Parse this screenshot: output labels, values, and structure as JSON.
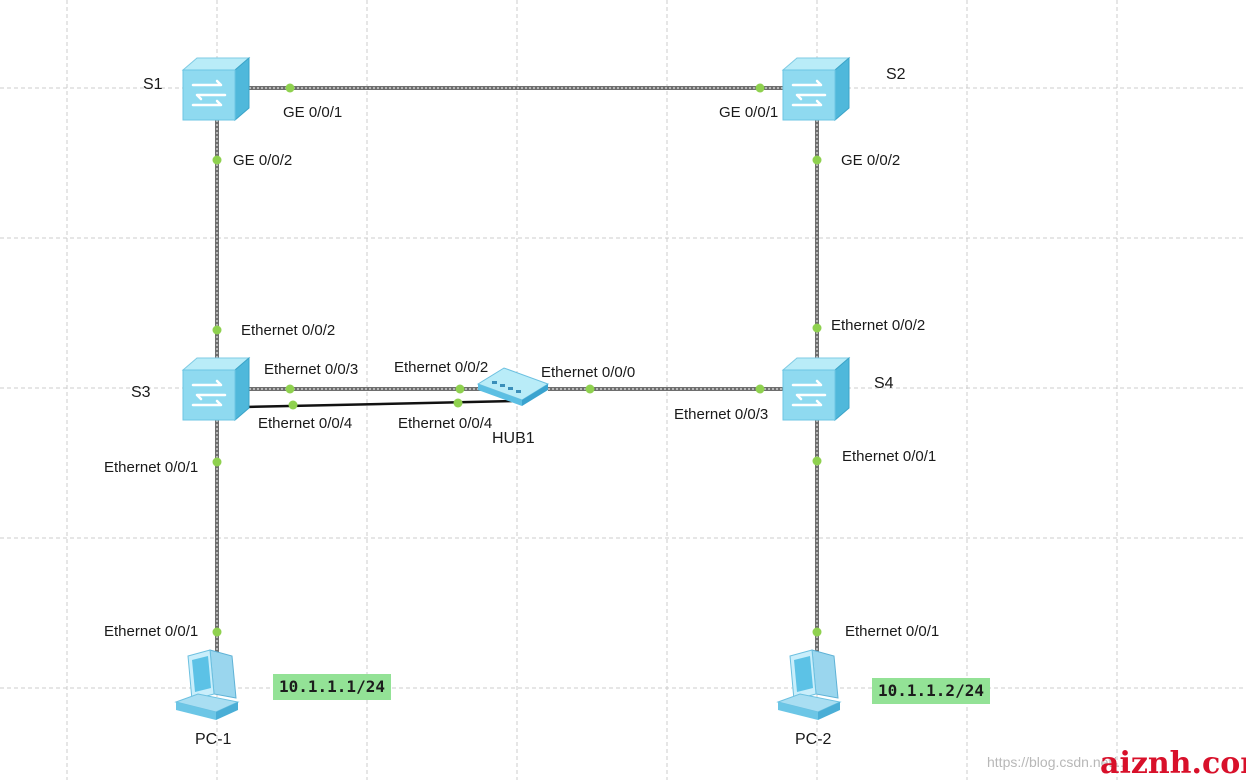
{
  "devices": {
    "s1": "S1",
    "s2": "S2",
    "s3": "S3",
    "s4": "S4",
    "hub1": "HUB1",
    "pc1": "PC-1",
    "pc2": "PC-2"
  },
  "ports": {
    "s1_ge001": "GE 0/0/1",
    "s1_ge002": "GE 0/0/2",
    "s2_ge001": "GE 0/0/1",
    "s2_ge002": "GE 0/0/2",
    "s3_eth002": "Ethernet 0/0/2",
    "s3_eth003": "Ethernet 0/0/3",
    "s3_eth004": "Ethernet 0/0/4",
    "s3_eth001": "Ethernet 0/0/1",
    "hub_eth002": "Ethernet 0/0/2",
    "hub_eth004": "Ethernet 0/0/4",
    "hub_eth000": "Ethernet 0/0/0",
    "s4_eth002": "Ethernet 0/0/2",
    "s4_eth003": "Ethernet 0/0/3",
    "s4_eth001": "Ethernet 0/0/1",
    "pc1_eth001": "Ethernet 0/0/1",
    "pc2_eth001": "Ethernet 0/0/1"
  },
  "ip_labels": {
    "pc1": "10.1.1.1/24",
    "pc2": "10.1.1.2/24"
  },
  "watermark": "https://blog.csdn.net/...",
  "logo_text": "aiznh.com",
  "colors": {
    "link": "#6e6e6e",
    "link_dark": "#111111",
    "port_dot": "#8fd14f",
    "switch_light": "#c6f0fb",
    "switch_mid": "#8fdaf0",
    "switch_dark": "#4fb8db",
    "ip_bg": "#93e296",
    "grid": "#cccccc",
    "logo": "#d8102a"
  },
  "icons": {
    "switch": "switch-icon",
    "hub": "hub-icon",
    "pc": "pc-icon"
  }
}
